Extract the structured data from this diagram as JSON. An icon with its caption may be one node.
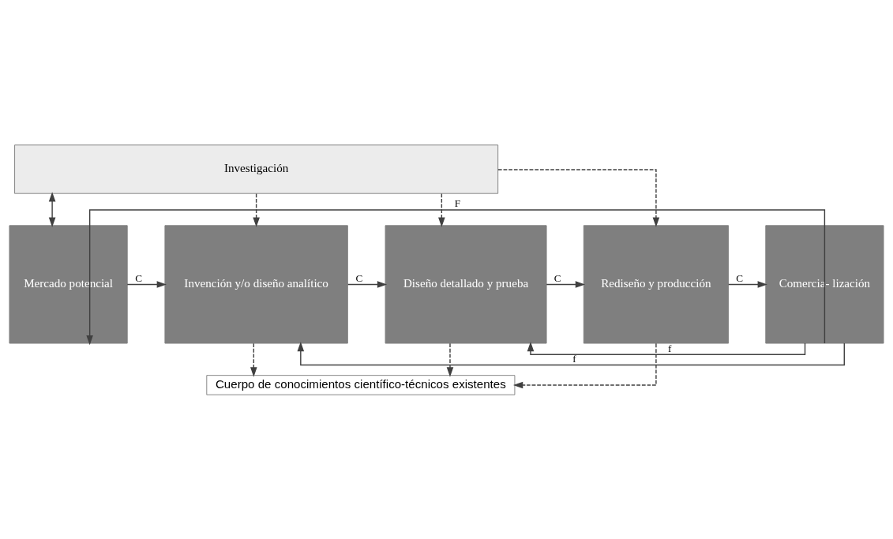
{
  "diagram": {
    "nodes": [
      {
        "text": [
          "Investigación"
        ]
      },
      {
        "text": [
          "Cuerpo de conocimientos científico-técnicos existentes"
        ]
      },
      {
        "text": [
          "Mercado potencial"
        ]
      },
      {
        "text": [
          "Invención y/o diseño analítico"
        ]
      },
      {
        "text": [
          "Diseño detallado y prueba"
        ]
      },
      {
        "text": [
          "Rediseño y producción"
        ]
      },
      {
        "text": [
          "Comercia- lización"
        ]
      }
    ],
    "edges": [
      {
        "from": 2,
        "to": 3,
        "arrow": "to",
        "label": "C"
      },
      {
        "from": 3,
        "to": 4,
        "arrow": "to",
        "label": "C"
      },
      {
        "from": 4,
        "to": 5,
        "arrow": "to",
        "label": "C"
      },
      {
        "from": 5,
        "to": 6,
        "arrow": "to",
        "label": "C"
      },
      {
        "from": 6,
        "to": 4,
        "arrow": "to",
        "label": "f"
      },
      {
        "from": 6,
        "to": 3,
        "arrow": "to",
        "label": "f"
      },
      {
        "from": 6,
        "to": 2,
        "arrow": "to",
        "label": "F"
      },
      {
        "from": 2,
        "to": 0,
        "arrow": "both"
      },
      {
        "from": 0,
        "to": 3,
        "arrow": "to",
        "style": "dashed"
      },
      {
        "from": 0,
        "to": 4,
        "arrow": "to",
        "style": "dashed"
      },
      {
        "from": 0,
        "to": 5,
        "arrow": "to",
        "style": "dashed"
      },
      {
        "from": 3,
        "to": 1,
        "arrow": "to",
        "style": "dashed"
      },
      {
        "from": 4,
        "to": 1,
        "arrow": "to",
        "style": "dashed"
      },
      {
        "from": 5,
        "to": 1,
        "arrow": "to",
        "style": "dashed"
      }
    ]
  }
}
